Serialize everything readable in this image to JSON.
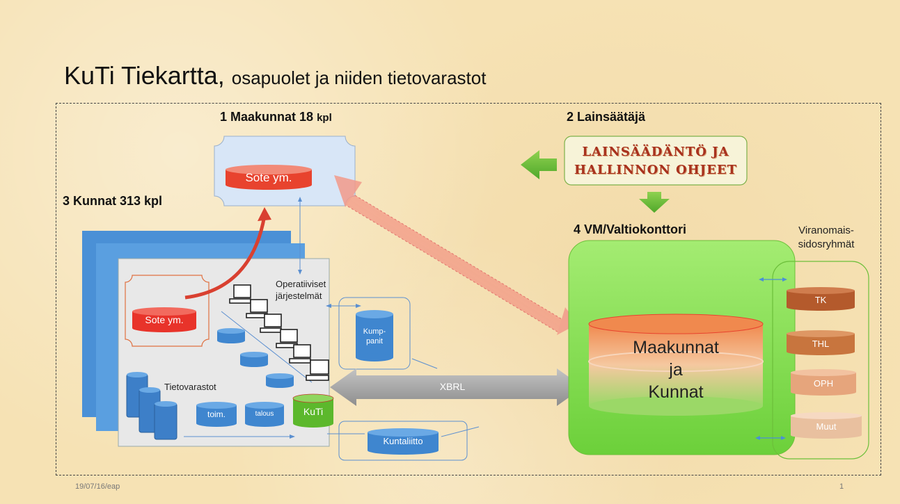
{
  "title": {
    "main": "KuTi Tiekartta,",
    "sub": "osapuolet ja niiden tietovarastot"
  },
  "headings": {
    "maakunnat": "1 Maakunnat 18",
    "maakunnat_unit": "kpl",
    "lainsaataja": "2 Lainsäätäjä",
    "kunnat": "3 Kunnat 313 kpl",
    "vm": "4 VM/Valtiokonttori"
  },
  "nodes": {
    "lainsaadanto_line1": "LAINSÄÄDÄNTÖ JA",
    "lainsaadanto_line2": "HALLINNON OHJEET",
    "sote_maakunta": "Sote ym.",
    "sote_kunta": "Sote ym.",
    "operatiiviset_line1": "Operatiiviset",
    "operatiiviset_line2": "järjestelmät",
    "tietovarastot": "Tietovarastot",
    "toim": "toim.",
    "talous": "talous",
    "kuti": "KuTi",
    "kumppanit_line1": "Kump-",
    "kumppanit_line2": "panit",
    "kuntaliitto": "Kuntaliitto",
    "xbrl": "XBRL",
    "central_line1": "Maakunnat",
    "central_line2": "ja",
    "central_line3": "Kunnat",
    "viranomais_line1": "Viranomais-",
    "viranomais_line2": "sidosryhmät",
    "tk": "TK",
    "thl": "THL",
    "oph": "OPH",
    "muut": "Muut"
  },
  "footer": {
    "date": "19/07/16/eap",
    "page": "1"
  },
  "colors": {
    "red_db": "#e8432e",
    "blue_db": "#3f86cf",
    "green_db": "#5cb82c",
    "brown_db": "#b45a2c",
    "central_green": "#8ede5a",
    "doc_blue": "#3d7fc8"
  }
}
